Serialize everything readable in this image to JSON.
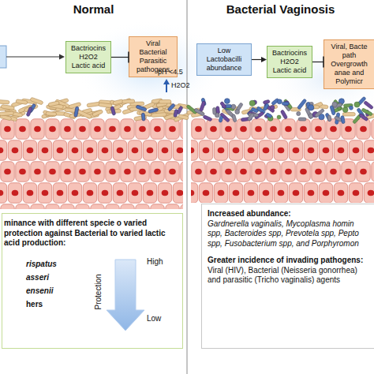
{
  "diagram": {
    "nodes": [
      {
        "text": [
          "Bactriocins H2O2 Lactic acid"
        ]
      },
      {
        "text": [
          "Viral Bacterial Parasitic pathogens"
        ]
      },
      {
        "text": [
          "Low Lactobacilli abundance"
        ]
      },
      {
        "text": [
          "Bactriocins H2O2 Lactic acid"
        ]
      },
      {
        "text": [
          "Viral, Bacte path Overgrowth anae and Polymicr"
        ]
      },
      {
        "text": [
          "minance with different specie o varied protection against Bacterial to varied lactic acid production:",
          "rispatus",
          "asseri",
          "ensenii",
          "hers"
        ]
      },
      {
        "text": [
          "Increased abundance:",
          "Gardnerella vaginalis, Mycoplasma homin spp, Bacteroides spp, Prevotela spp, Pepto spp, Fusobacterium spp, and Porphyromon",
          "Greater incidence of invading pathogens:",
          "Viral (HIV), Bacterial (Neisseria gonorrhea) and parasitic (Tricho vaginalis) agents"
        ]
      }
    ],
    "edges": [
      {
        "from": 0,
        "to": 1,
        "arrow": "to"
      },
      {
        "from": 2,
        "to": 3,
        "arrow": "to"
      },
      {
        "from": 3,
        "to": 4,
        "arrow": "to"
      }
    ],
    "labels": [
      "Normal",
      "Bacterial Vaginosis",
      "pH <4.5",
      "H2O2",
      "High",
      "Protection",
      "Low"
    ]
  }
}
